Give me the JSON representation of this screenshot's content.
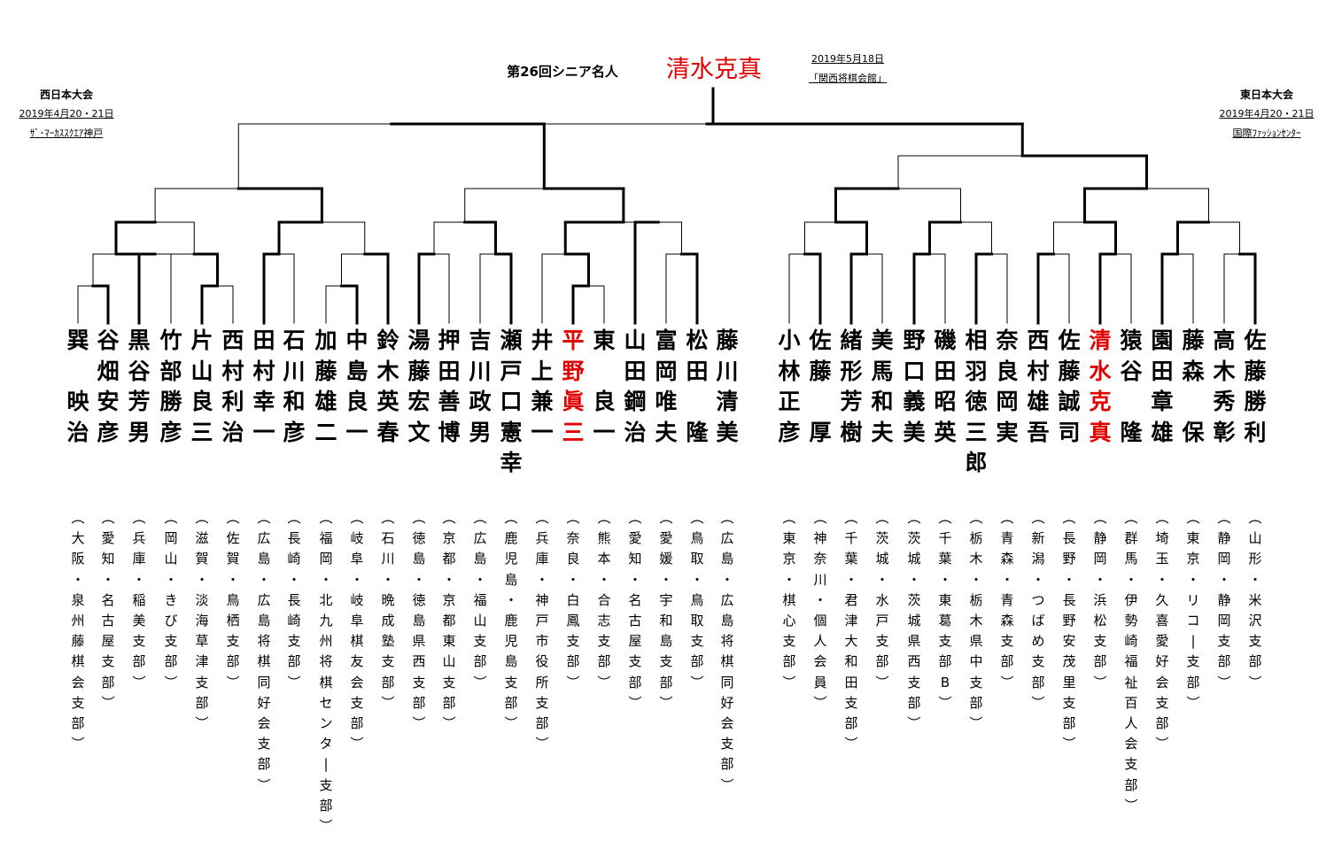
{
  "title": "第26回シニア名人",
  "champion": "清水克真",
  "final": {
    "date": "2019年5月18日",
    "venue": "「関西将棋会館」"
  },
  "west": {
    "name": "西日本大会",
    "date": "2019年4月20・21日",
    "venue": "ｻﾞ･ﾏｰｶｽｽｸｴｱ神戸"
  },
  "east": {
    "name": "東日本大会",
    "date": "2019年4月20・21日",
    "venue": "国際ﾌｧｯｼｮﾝｾﾝﾀｰ"
  },
  "colors": {
    "winner": "#e30000",
    "text": "#000000"
  },
  "players": [
    {
      "name": "巽\n\n映\n治",
      "affiliation": "︵\n大\n阪\n・\n泉\n州\n藤\n棋\n会\n支\n部\n︶"
    },
    {
      "name": "谷\n畑\n安\n彦",
      "affiliation": "︵\n愛\n知\n・\n名\n古\n屋\n支\n部\n︶"
    },
    {
      "name": "黒\n谷\n芳\n男",
      "affiliation": "︵\n兵\n庫\n・\n稲\n美\n支\n部\n︶"
    },
    {
      "name": "竹\n部\n勝\n彦",
      "affiliation": "︵\n岡\n山\n・\nき\nび\n支\n部\n︶"
    },
    {
      "name": "片\n山\n良\n三",
      "affiliation": "︵\n滋\n賀\n・\n淡\n海\n草\n津\n支\n部\n︶"
    },
    {
      "name": "西\n村\n利\n治",
      "affiliation": "︵\n佐\n賀\n・\n鳥\n栖\n支\n部\n︶"
    },
    {
      "name": "田\n村\n幸\n一",
      "affiliation": "︵\n広\n島\n・\n広\n島\n将\n棋\n同\n好\n会\n支\n部\n︶"
    },
    {
      "name": "石\n川\n和\n彦",
      "affiliation": "︵\n長\n崎\n・\n長\n崎\n支\n部\n︶"
    },
    {
      "name": "加\n藤\n雄\n二",
      "affiliation": "︵\n福\n岡\n・\n北\n九\n州\n将\n棋\nセ\nン\nタ\n|\n支\n部\n︶"
    },
    {
      "name": "中\n島\n良\n一",
      "affiliation": "︵\n岐\n阜\n・\n岐\n阜\n棋\n友\n会\n支\n部\n︶"
    },
    {
      "name": "鈴\n木\n英\n春",
      "affiliation": "︵\n石\n川\n・\n晩\n成\n塾\n支\n部\n︶"
    },
    {
      "name": "湯\n藤\n宏\n文",
      "affiliation": "︵\n徳\n島\n・\n徳\n島\n県\n西\n支\n部\n︶"
    },
    {
      "name": "押\n田\n善\n博",
      "affiliation": "︵\n京\n都\n・\n京\n都\n東\n山\n支\n部\n︶"
    },
    {
      "name": "吉\n川\n政\n男",
      "affiliation": "︵\n広\n島\n・\n福\n山\n支\n部\n︶"
    },
    {
      "name": "瀬\n戸\n口\n憲\n幸",
      "affiliation": "︵\n鹿\n児\n島\n・\n鹿\n児\n島\n支\n部\n︶"
    },
    {
      "name": "井\n上\n兼\n一",
      "affiliation": "︵\n兵\n庫\n・\n神\n戸\n市\n役\n所\n支\n部\n︶"
    },
    {
      "name": "平\n野\n眞\n三",
      "affiliation": "︵\n奈\n良\n・\n白\n鳳\n支\n部\n︶"
    },
    {
      "name": "東\n\n良\n一",
      "affiliation": "︵\n熊\n本\n・\n合\n志\n支\n部\n︶"
    },
    {
      "name": "山\n田\n鋼\n治",
      "affiliation": "︵\n愛\n知\n・\n名\n古\n屋\n支\n部\n︶"
    },
    {
      "name": "富\n岡\n唯\n夫",
      "affiliation": "︵\n愛\n媛\n・\n宇\n和\n島\n支\n部\n︶"
    },
    {
      "name": "松\n田\n\n隆",
      "affiliation": "︵\n鳥\n取\n・\n鳥\n取\n支\n部\n︶"
    },
    {
      "name": "藤\n川\n清\n美",
      "affiliation": "︵\n広\n島\n・\n広\n島\n将\n棋\n同\n好\n会\n支\n部\n︶"
    },
    {
      "name": "小\n林\n正\n彦",
      "affiliation": "︵\n東\n京\n・\n棋\n心\n支\n部\n︶"
    },
    {
      "name": "佐\n藤\n\n厚",
      "affiliation": "︵\n神\n奈\n川\n・\n個\n人\n会\n員\n︶"
    },
    {
      "name": "緒\n形\n芳\n樹",
      "affiliation": "︵\n千\n葉\n・\n君\n津\n大\n和\n田\n支\n部\n︶"
    },
    {
      "name": "美\n馬\n和\n夫",
      "affiliation": "︵\n茨\n城\n・\n水\n戸\n支\n部\n︶"
    },
    {
      "name": "野\n口\n義\n美",
      "affiliation": "︵\n茨\n城\n・\n茨\n城\n県\n西\n支\n部\n︶"
    },
    {
      "name": "磯\n田\n昭\n英",
      "affiliation": "︵\n千\n葉\n・\n東\n葛\n支\n部\nB\n︶"
    },
    {
      "name": "相\n羽\n徳\n三\n郎",
      "affiliation": "︵\n栃\n木\n・\n栃\n木\n県\n中\n支\n部\n︶"
    },
    {
      "name": "奈\n良\n岡\n実",
      "affiliation": "︵\n青\n森\n・\n青\n森\n支\n部\n︶"
    },
    {
      "name": "西\n村\n雄\n吾",
      "affiliation": "︵\n新\n潟\n・\nつ\nば\nめ\n支\n部\n︶"
    },
    {
      "name": "佐\n藤\n誠\n司",
      "affiliation": "︵\n長\n野\n・\n長\n野\n安\n茂\n里\n支\n部\n︶"
    },
    {
      "name": "清\n水\n克\n真",
      "affiliation": "︵\n静\n岡\n・\n浜\n松\n支\n部\n︶"
    },
    {
      "name": "猿\n谷\n\n隆",
      "affiliation": "︵\n群\n馬\n・\n伊\n勢\n崎\n福\n祉\n百\n人\n会\n支\n部\n︶"
    },
    {
      "name": "園\n田\n章\n雄",
      "affiliation": "︵\n埼\n玉\n・\n久\n喜\n愛\n好\n会\n支\n部\n︶"
    },
    {
      "name": "藤\n森\n\n保",
      "affiliation": "︵\n東\n京\n・\nリ\nコ\n|\n支\n部\n︶"
    },
    {
      "name": "高\n木\n秀\n彰",
      "affiliation": "︵\n静\n岡\n・\n静\n岡\n支\n部\n︶"
    },
    {
      "name": "佐\n藤\n勝\n利",
      "affiliation": "︵\n山\n形\n・\n米\n沢\n支\n部\n︶"
    }
  ],
  "highlighted": [
    16,
    32
  ]
}
